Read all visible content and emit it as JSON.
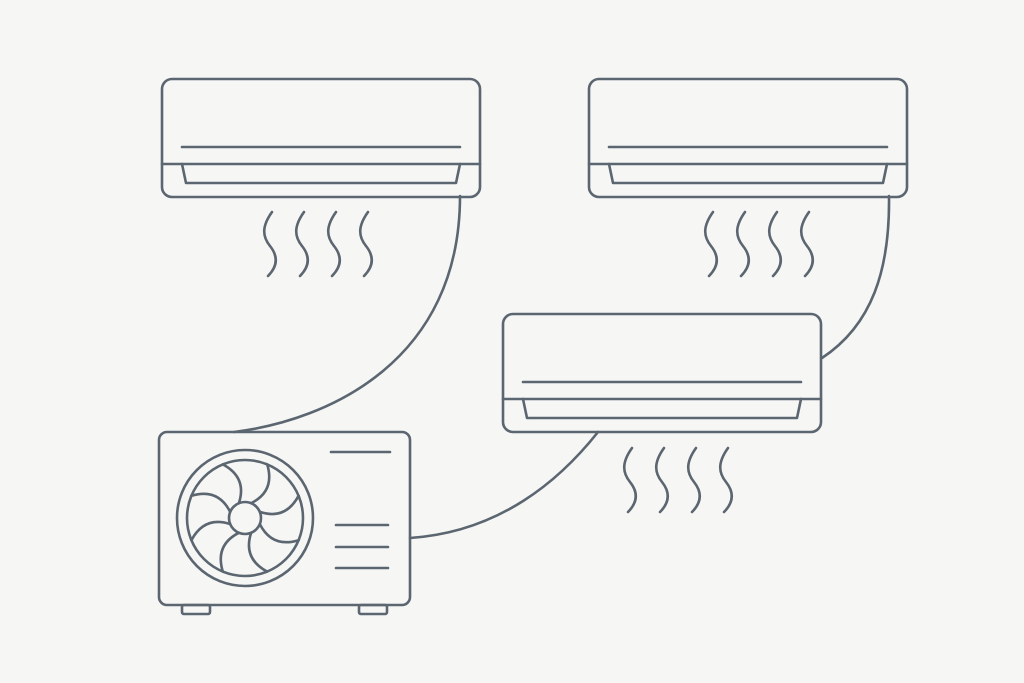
{
  "colors": {
    "background": "#f6f6f5",
    "line": "#5b6670"
  },
  "components": {
    "indoor_units": [
      {
        "id": "indoor-unit-top-left",
        "icon": "split-ac-indoor-icon",
        "airflow": "airflow-waves-icon"
      },
      {
        "id": "indoor-unit-top-right",
        "icon": "split-ac-indoor-icon",
        "airflow": "airflow-waves-icon"
      },
      {
        "id": "indoor-unit-middle-right",
        "icon": "split-ac-indoor-icon",
        "airflow": "airflow-waves-icon"
      }
    ],
    "outdoor_unit": {
      "id": "outdoor-condenser-unit",
      "icon": "condenser-fan-icon"
    },
    "connections": [
      {
        "from": "outdoor-condenser-unit",
        "to": "indoor-unit-top-left"
      },
      {
        "from": "outdoor-condenser-unit",
        "to": "indoor-unit-middle-right"
      },
      {
        "from": "indoor-unit-middle-right",
        "to": "indoor-unit-top-right"
      }
    ]
  }
}
